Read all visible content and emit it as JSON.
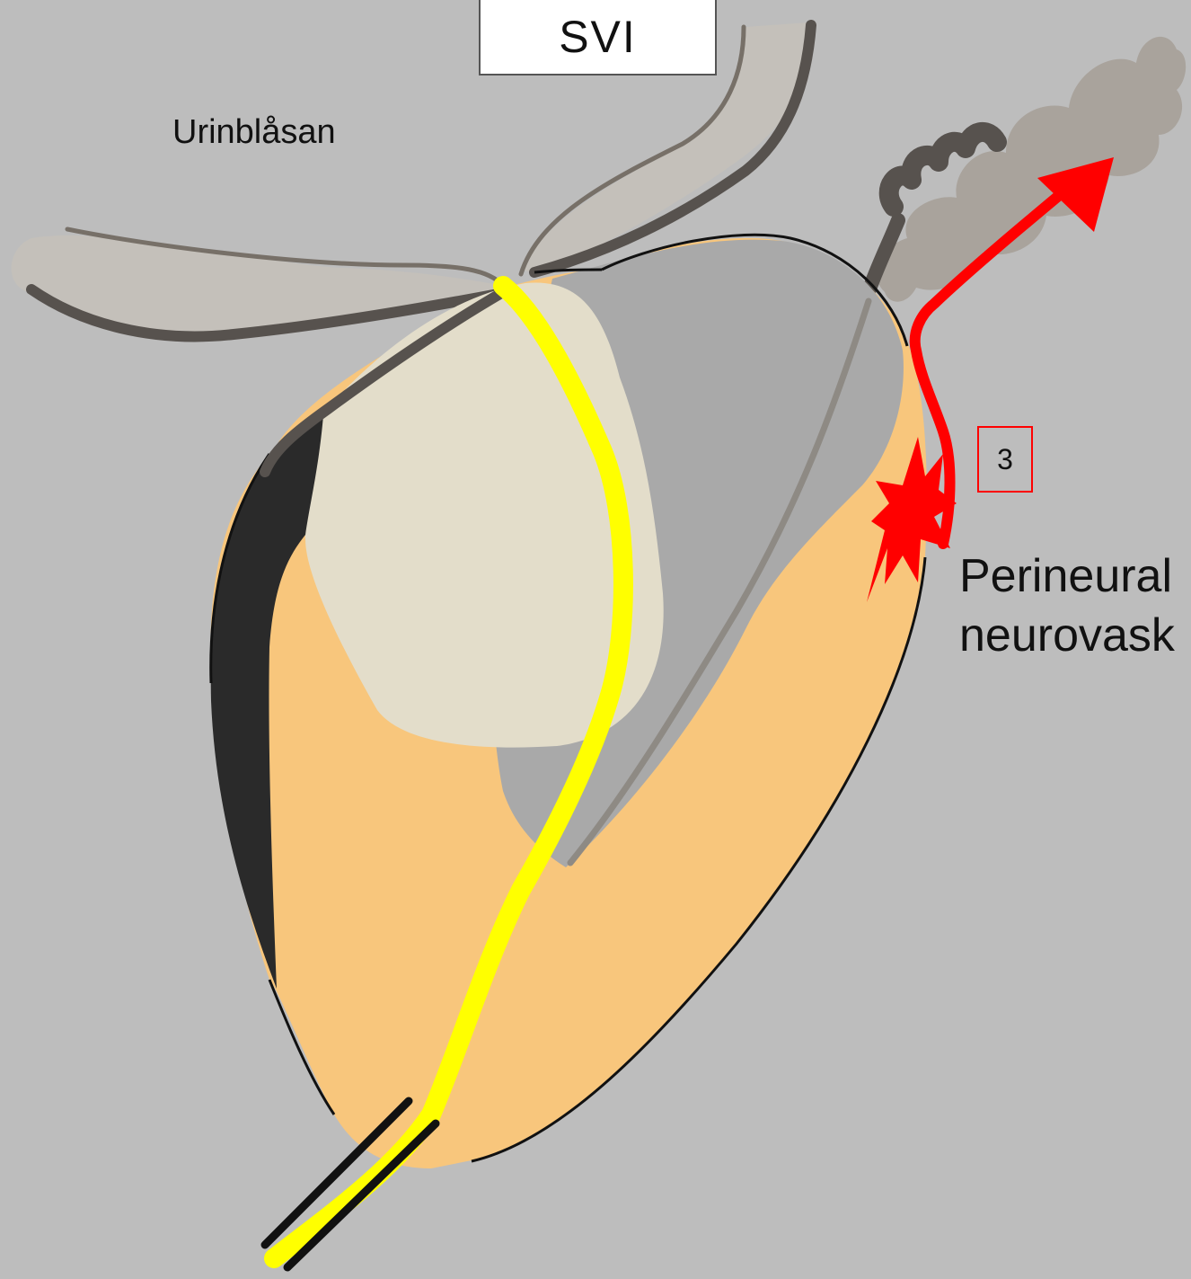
{
  "title": "SVI",
  "labels": {
    "organ": "Urinblåsan",
    "stage_number": "3",
    "caption_line1": "Perineural",
    "caption_line2": "neurovask"
  },
  "colors": {
    "background": "#bdbdbd",
    "prostate_orange": "#f8c67c",
    "inner_zone": "#e3ddca",
    "gray_zone": "#a9a9a9",
    "dark_band": "#2a2a2a",
    "bladder_wall": "#c4c0ba",
    "vesicle": "#a9a39c",
    "urethra": "#ffff00",
    "tumor_spread": "#ff0000",
    "outline": "#57524e"
  }
}
